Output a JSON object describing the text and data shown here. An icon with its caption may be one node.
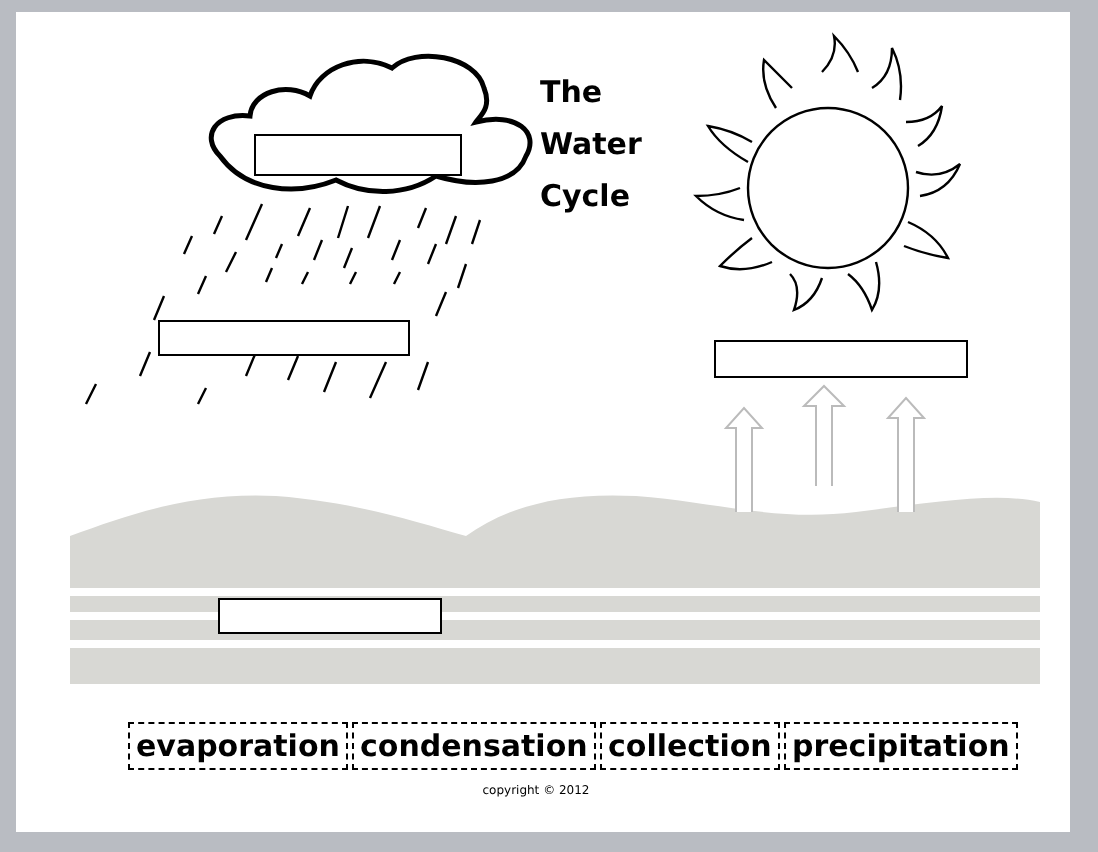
{
  "diagram": {
    "title": "The Water Cycle",
    "labels": [
      "evaporation",
      "condensation",
      "collection",
      "precipitation",
      "copyright © 2012"
    ]
  }
}
